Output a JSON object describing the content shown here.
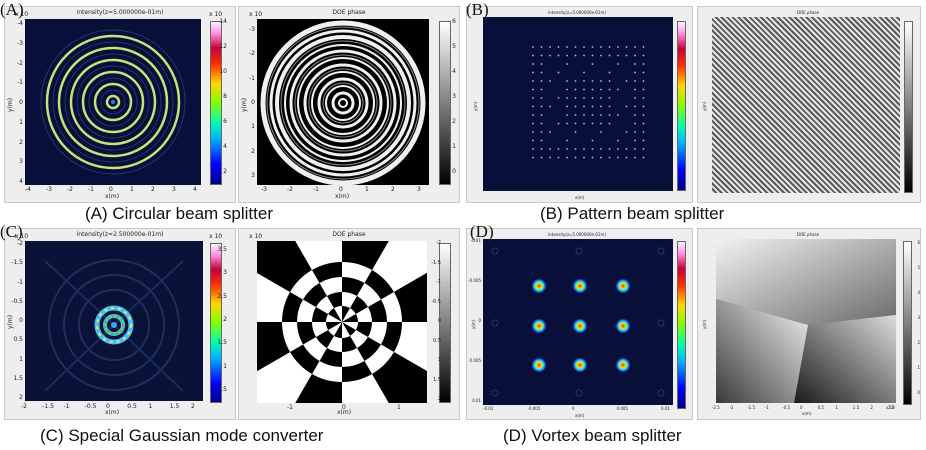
{
  "captions": {
    "a": "(A)  Circular beam splitter",
    "b": "(B) Pattern beam splitter",
    "c": "(C) Special Gaussian mode converter",
    "d": "(D) Vortex beam splitter"
  },
  "letters": {
    "a": "(A)",
    "b": "(B)",
    "c": "(C)",
    "d": "(D)"
  },
  "panels": {
    "a_int": {
      "title": "intensity(z=5.000000e-01m)",
      "xlabel": "x(m)",
      "ylabel": "y(m)",
      "exp": "x 10",
      "xticks": [
        "-4",
        "-3",
        "-2",
        "-1",
        "0",
        "1",
        "2",
        "3",
        "4"
      ],
      "yticks": [
        "-4",
        "-3",
        "-2",
        "-1",
        "0",
        "1",
        "2",
        "3",
        "4"
      ],
      "cticks": [
        "14",
        "12",
        "10",
        "8",
        "6",
        "4",
        "2"
      ],
      "cexp": "x 10"
    },
    "a_phase": {
      "title": "DOE phase",
      "xlabel": "x(m)",
      "ylabel": "y(m)",
      "exp": "x 10",
      "xticks": [
        "-3",
        "-2",
        "-1",
        "0",
        "1",
        "2",
        "3"
      ],
      "yticks": [
        "-3",
        "-2",
        "-1",
        "0",
        "1",
        "2",
        "3"
      ],
      "cticks": [
        "6",
        "5",
        "4",
        "3",
        "2",
        "1",
        "0"
      ]
    },
    "b_int": {
      "title": "intensity(z=5.000000e-01m)",
      "xlabel": "x(m)",
      "ylabel": "y(m)"
    },
    "b_phase": {
      "title": "DOE phase",
      "ylabel": "y(m)"
    },
    "c_int": {
      "title": "intensity(z=2.500000e-01m)",
      "xlabel": "x(m)",
      "ylabel": "y(m)",
      "exp": "x 10",
      "xticks": [
        "-2",
        "-1.5",
        "-1",
        "-0.5",
        "0",
        "0.5",
        "1",
        "1.5",
        "2"
      ],
      "yticks": [
        "-2",
        "-1.5",
        "-1",
        "-0.5",
        "0",
        "0.5",
        "1",
        "1.5",
        "2"
      ],
      "cticks": [
        "3.5",
        "3",
        "2.5",
        "2",
        "1.5",
        "1",
        "0.5"
      ],
      "cexp": "x 10"
    },
    "c_phase": {
      "title": "DOE phase",
      "xlabel": "x(m)",
      "exp": "x 10",
      "xticks": [
        "-1",
        "0",
        "1"
      ],
      "yticks": [
        "-2",
        "-1.5",
        "-1",
        "-0.5",
        "0",
        "0.5",
        "1",
        "1.5",
        "2"
      ]
    },
    "d_int": {
      "title": "intensity(z=5.000000e-01m)",
      "xlabel": "x(m)",
      "ylabel": "y(m)",
      "xticks": [
        "-0.01",
        "-0.005",
        "0",
        "0.005",
        "0.01"
      ],
      "yticks": [
        "-0.01",
        "-0.005",
        "0",
        "0.005",
        "0.01"
      ]
    },
    "d_phase": {
      "title": "DOE phase",
      "xlabel": "x(m)",
      "ylabel": "y(m)",
      "exp": "x 10",
      "xticks": [
        "-2.5",
        "-2",
        "-1.5",
        "-1",
        "-0.5",
        "0",
        "0.5",
        "1",
        "1.5",
        "2",
        "2.5"
      ],
      "cticks": [
        "6",
        "5",
        "4",
        "3",
        "2",
        "1",
        "0"
      ]
    }
  },
  "colors": {
    "plot_bg": "#0a0f3a",
    "ring": "#b8e070",
    "panel_bg": "#eeeeee"
  }
}
